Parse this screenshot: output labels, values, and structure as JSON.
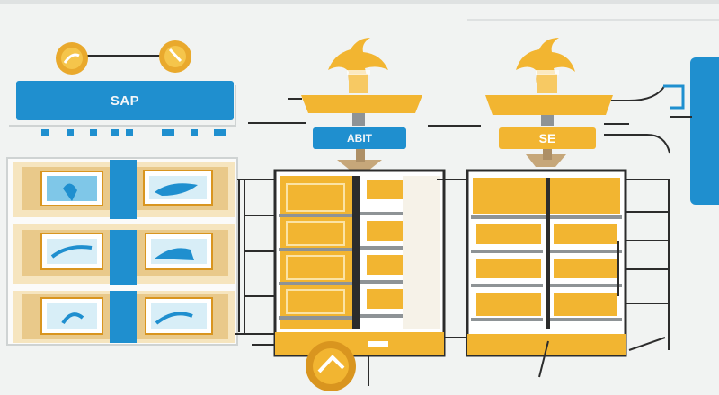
{
  "colors": {
    "blue": "#1f8fcf",
    "yellow": "#f2b531",
    "dark_yellow": "#d9951f",
    "cream": "#f6e5bf",
    "line": "#2c2c2c",
    "gray": "#8e9396",
    "screen": "#7fc7e8"
  },
  "header_bar": {
    "label": "SAP"
  },
  "processors": [
    {
      "label": "ABIT"
    },
    {
      "label": "SE"
    }
  ],
  "icons": [
    "coin-icon",
    "coin-icon",
    "coin-icon",
    "cloud-server-icon",
    "monitor-icon"
  ]
}
